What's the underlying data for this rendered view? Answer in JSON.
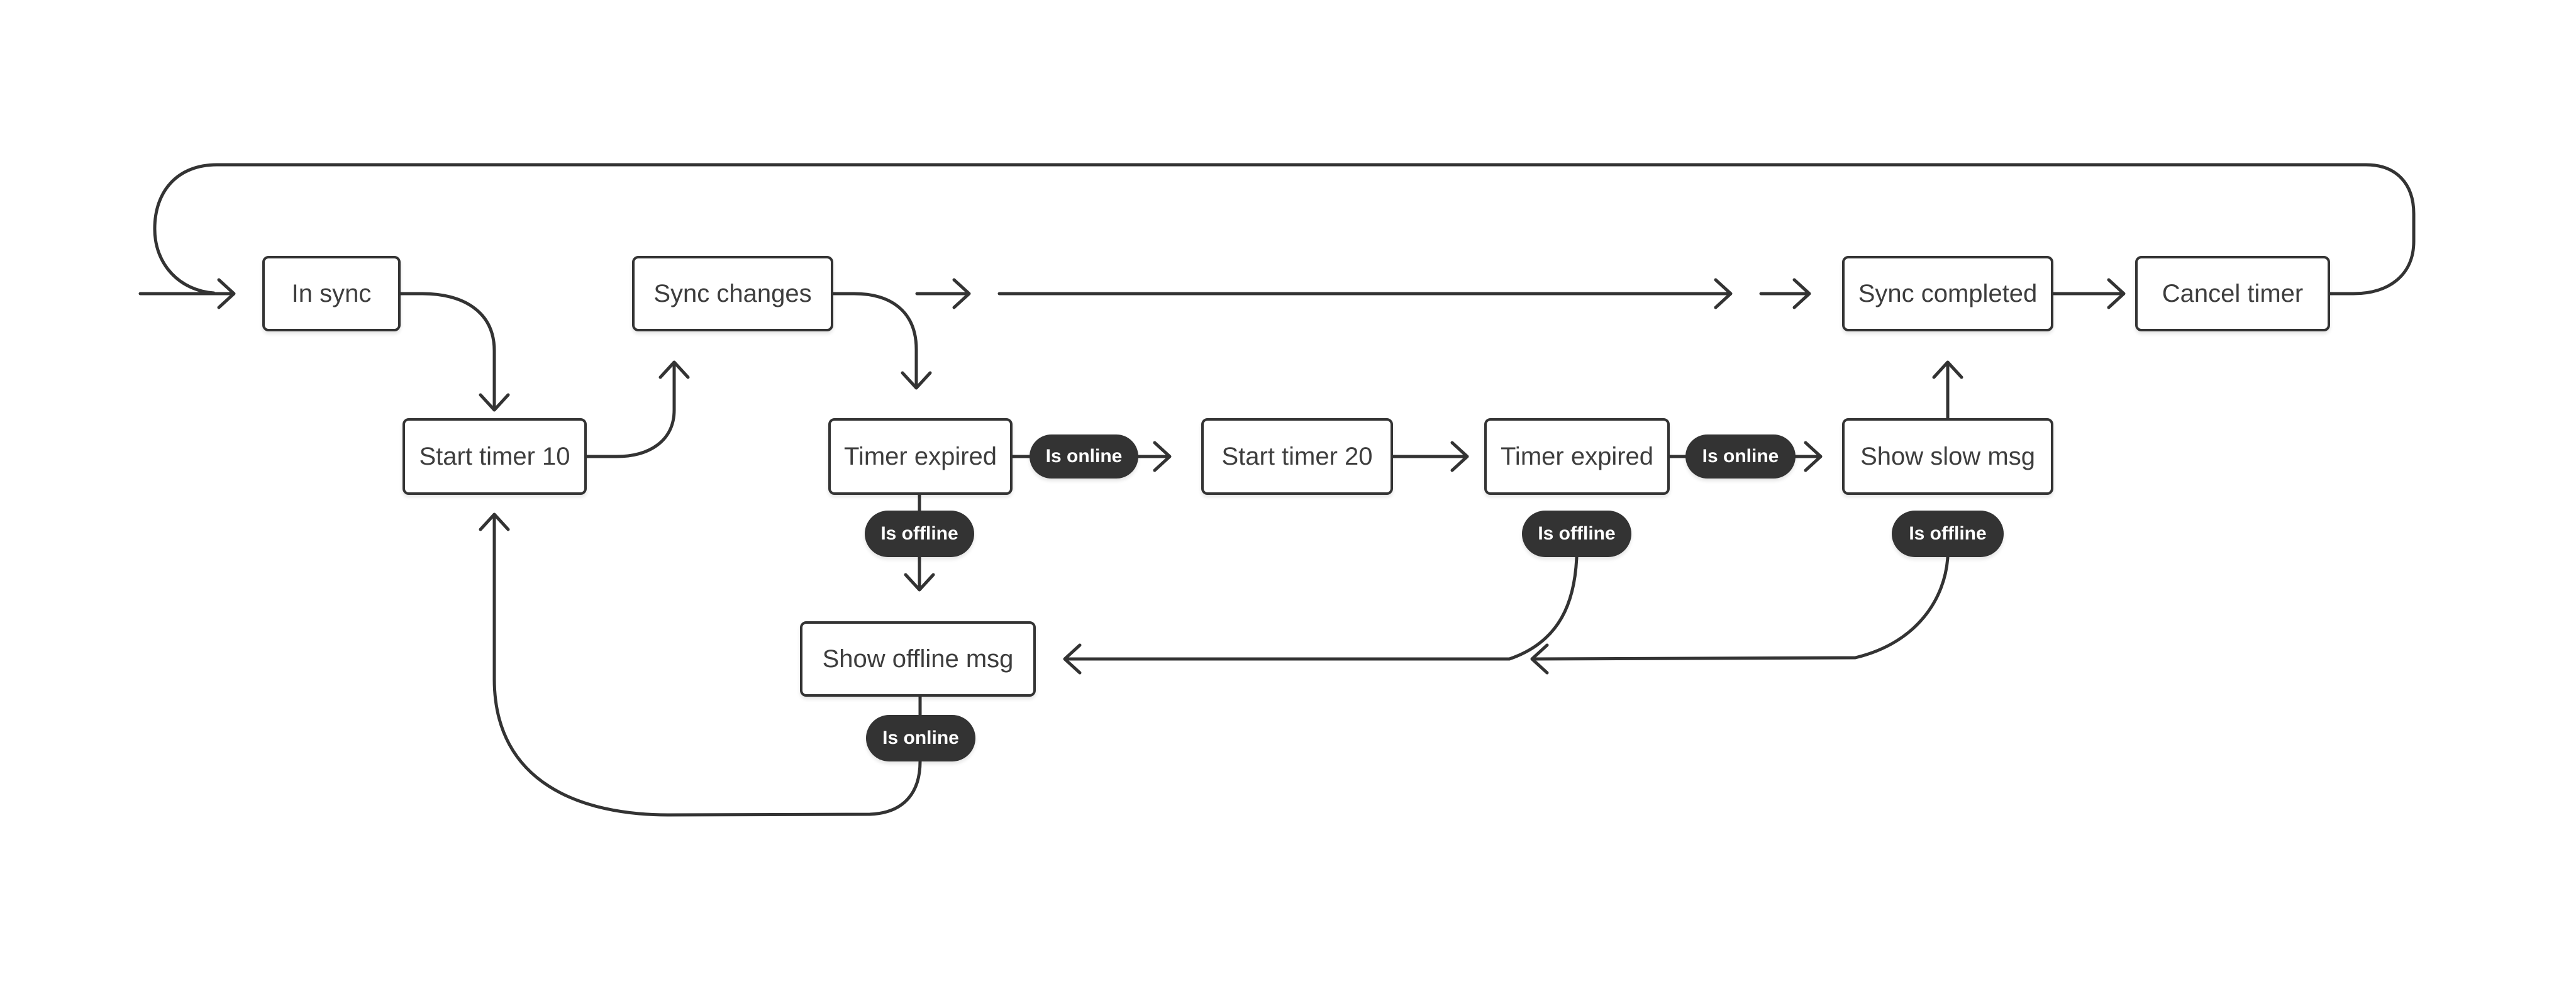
{
  "diagram": {
    "type": "flowchart",
    "colors": {
      "background": "#ffffff",
      "line": "#333333",
      "node_fill": "#ffffff",
      "node_text": "#3d3d3d",
      "label_fill": "#333333",
      "label_text": "#ffffff"
    },
    "nodes": [
      {
        "id": "in-sync",
        "label": "In sync"
      },
      {
        "id": "sync-changes",
        "label": "Sync changes"
      },
      {
        "id": "sync-completed",
        "label": "Sync completed"
      },
      {
        "id": "cancel-timer",
        "label": "Cancel timer"
      },
      {
        "id": "start-timer-10",
        "label": "Start timer 10"
      },
      {
        "id": "timer-expired-1",
        "label": "Timer expired"
      },
      {
        "id": "start-timer-20",
        "label": "Start timer 20"
      },
      {
        "id": "timer-expired-2",
        "label": "Timer expired"
      },
      {
        "id": "show-slow-msg",
        "label": "Show slow msg"
      },
      {
        "id": "show-offline-msg",
        "label": "Show offline msg"
      }
    ],
    "edge_labels": [
      {
        "id": "is-online-after-timer-expired-1",
        "label": "Is online"
      },
      {
        "id": "is-offline-below-timer-expired-1",
        "label": "Is offline"
      },
      {
        "id": "is-online-after-timer-expired-2",
        "label": "Is online"
      },
      {
        "id": "is-offline-below-timer-expired-2",
        "label": "Is offline"
      },
      {
        "id": "is-offline-below-show-slow-msg",
        "label": "Is offline"
      },
      {
        "id": "is-online-below-show-offline-msg",
        "label": "Is online"
      }
    ]
  }
}
